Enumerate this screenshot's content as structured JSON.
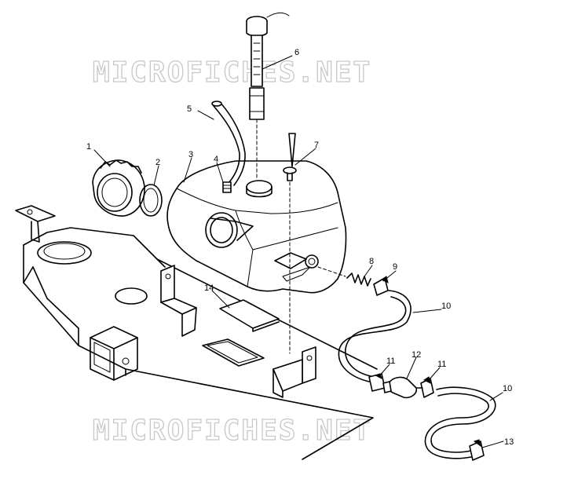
{
  "watermarks": [
    "MICROFICHES.NET",
    "MICROFICHES.NET"
  ],
  "callouts": [
    {
      "id": "1",
      "label": "1"
    },
    {
      "id": "2",
      "label": "2"
    },
    {
      "id": "3",
      "label": "3"
    },
    {
      "id": "4",
      "label": "4"
    },
    {
      "id": "5",
      "label": "5"
    },
    {
      "id": "6",
      "label": "6"
    },
    {
      "id": "7",
      "label": "7"
    },
    {
      "id": "8",
      "label": "8"
    },
    {
      "id": "9",
      "label": "9"
    },
    {
      "id": "10a",
      "label": "10"
    },
    {
      "id": "10b",
      "label": "10"
    },
    {
      "id": "11a",
      "label": "11"
    },
    {
      "id": "11b",
      "label": "11"
    },
    {
      "id": "12",
      "label": "12"
    },
    {
      "id": "13",
      "label": "13"
    },
    {
      "id": "14",
      "label": "14"
    }
  ]
}
